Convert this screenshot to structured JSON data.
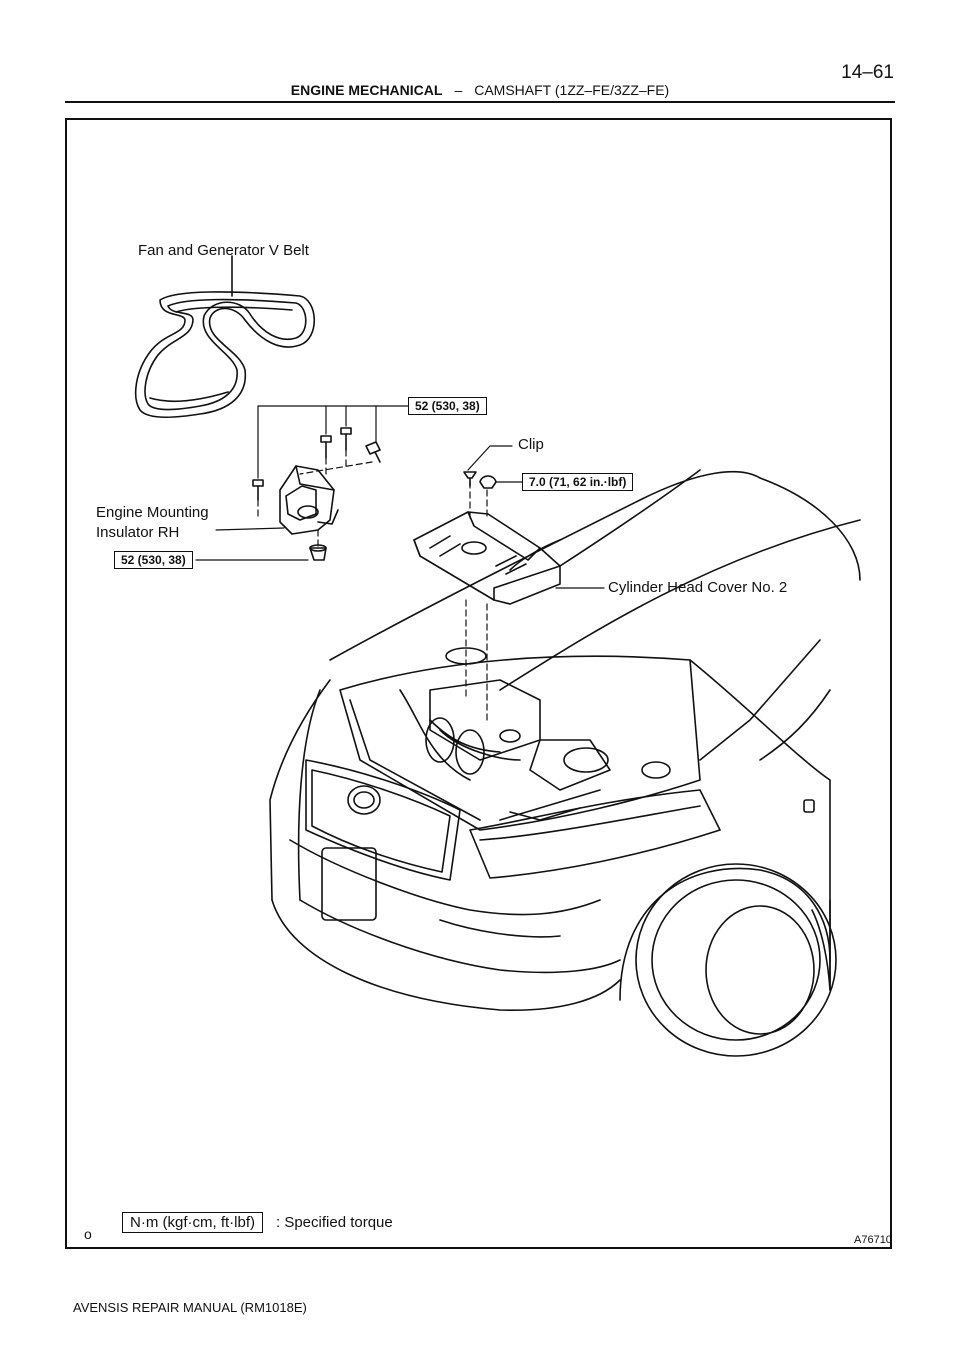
{
  "header": {
    "section": "ENGINE MECHANICAL",
    "separator": "–",
    "subtitle": "CAMSHAFT (1ZZ–FE/3ZZ–FE)",
    "page_number": "14–61"
  },
  "figure": {
    "labels": {
      "belt": "Fan and Generator V Belt",
      "clip": "Clip",
      "mount_line1": "Engine Mounting",
      "mount_line2": "Insulator RH",
      "cover": "Cylinder Head Cover No. 2"
    },
    "torques": {
      "mount_bolts": "52 (530, 38)",
      "clip": "7.0 (71, 62 in.·lbf)",
      "mount_nut": "52 (530, 38)"
    },
    "legend": {
      "unit": "N·m (kgf·cm, ft·lbf)",
      "text": ": Specified torque"
    },
    "o_mark": "o",
    "code": "A76710"
  },
  "footer": {
    "manual": "AVENSIS REPAIR MANUAL   (RM1018E)"
  }
}
